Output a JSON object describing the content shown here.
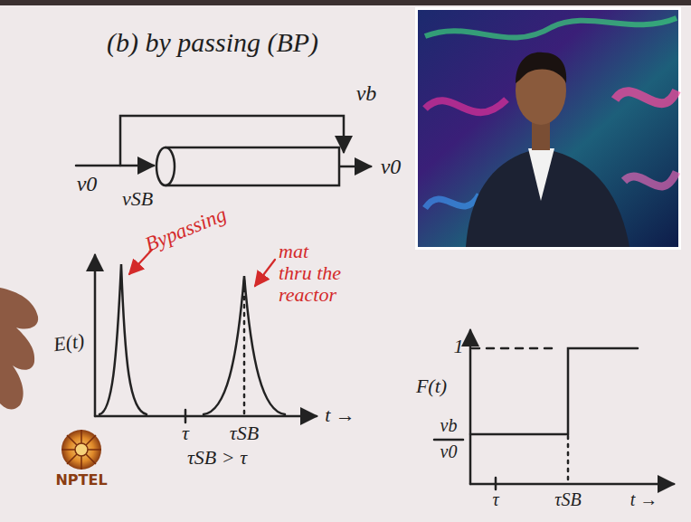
{
  "diagram": {
    "title": "(b) by passing (BP)",
    "labels": [
      "vb",
      "v0",
      "vSB",
      "v0",
      "Bypassing",
      "mat thru the reactor",
      "E(t)",
      "τ",
      "τSB",
      "t →",
      "τSB > τ",
      "F(t)",
      "1",
      "vb",
      "v0",
      "τ",
      "τSB",
      "t →",
      "NPTEL"
    ]
  }
}
